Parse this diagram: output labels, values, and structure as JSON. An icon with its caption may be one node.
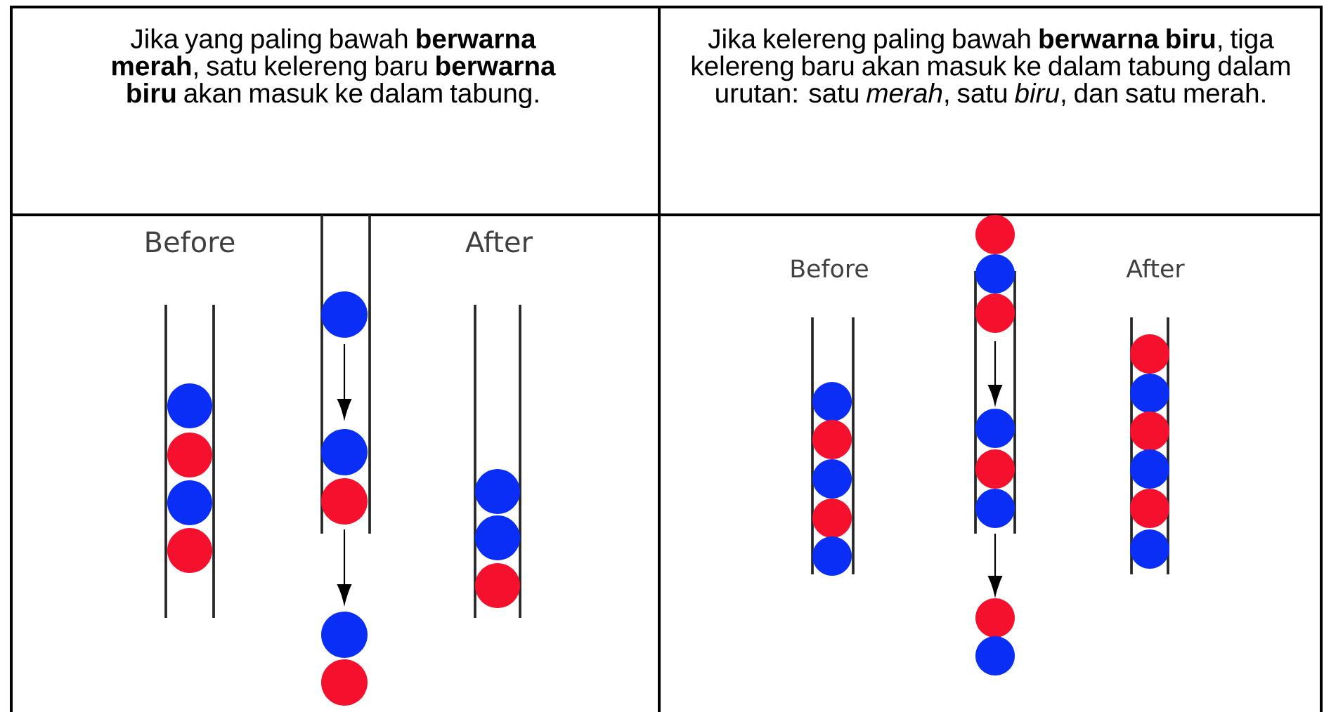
{
  "diagram": {
    "labels": [
      "Jika yang paling bawah **berwarna merah**, satu kelereng baru **berwarna biru** akan masuk ke dalam tabung.",
      "Jika kelereng paling bawah **berwarna biru**, tiga kelereng baru akan masuk ke dalam tabung dalam urutan: satu *merah*, satu *biru*, dan satu merah.",
      "Before",
      "After",
      "Before",
      "After"
    ]
  }
}
